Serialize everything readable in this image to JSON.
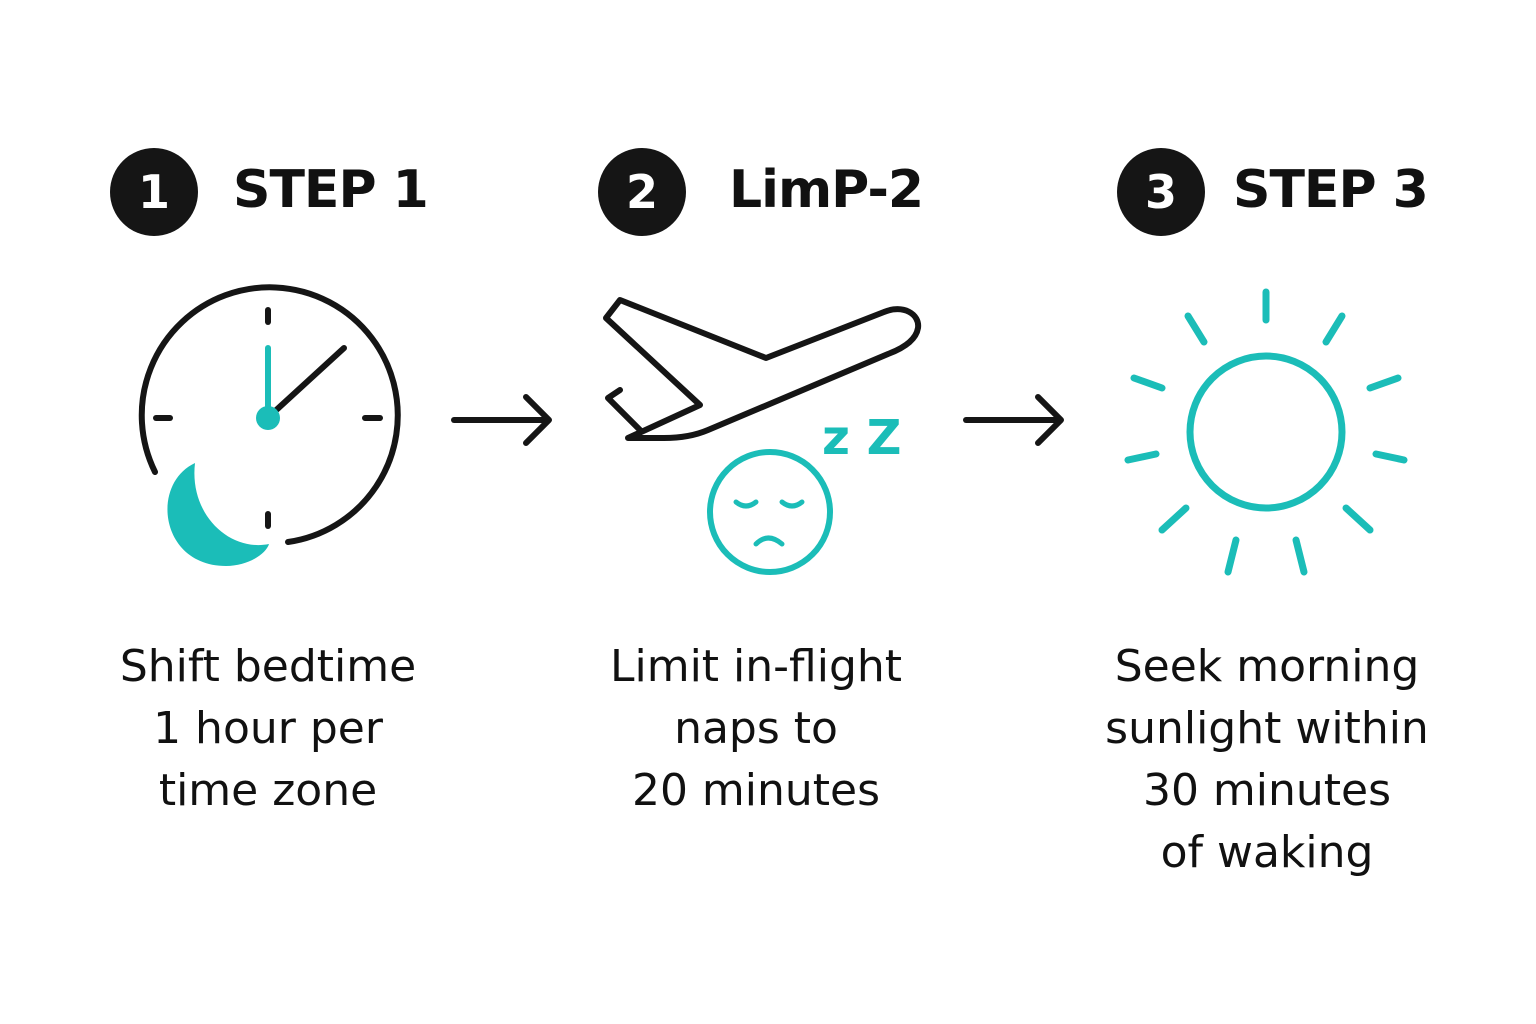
{
  "accent_color": "#1bbdb8",
  "ink_color": "#151515",
  "steps": [
    {
      "number": "1",
      "title": "STEP 1",
      "icon": "clock-moon-icon",
      "description": [
        "Shift bedtime",
        "1 hour per",
        "time zone"
      ]
    },
    {
      "number": "2",
      "title": "LimP-2",
      "icon": "airplane-sleeping-face-icon",
      "description": [
        "Limit in-flight",
        "naps to",
        "20 minutes"
      ]
    },
    {
      "number": "3",
      "title": "STEP 3",
      "icon": "sun-icon",
      "description": [
        "Seek morning",
        "sunlight within",
        "30 minutes",
        "of waking"
      ]
    }
  ],
  "connector_icon": "arrow-right-icon",
  "sleep_symbol": "z Z"
}
